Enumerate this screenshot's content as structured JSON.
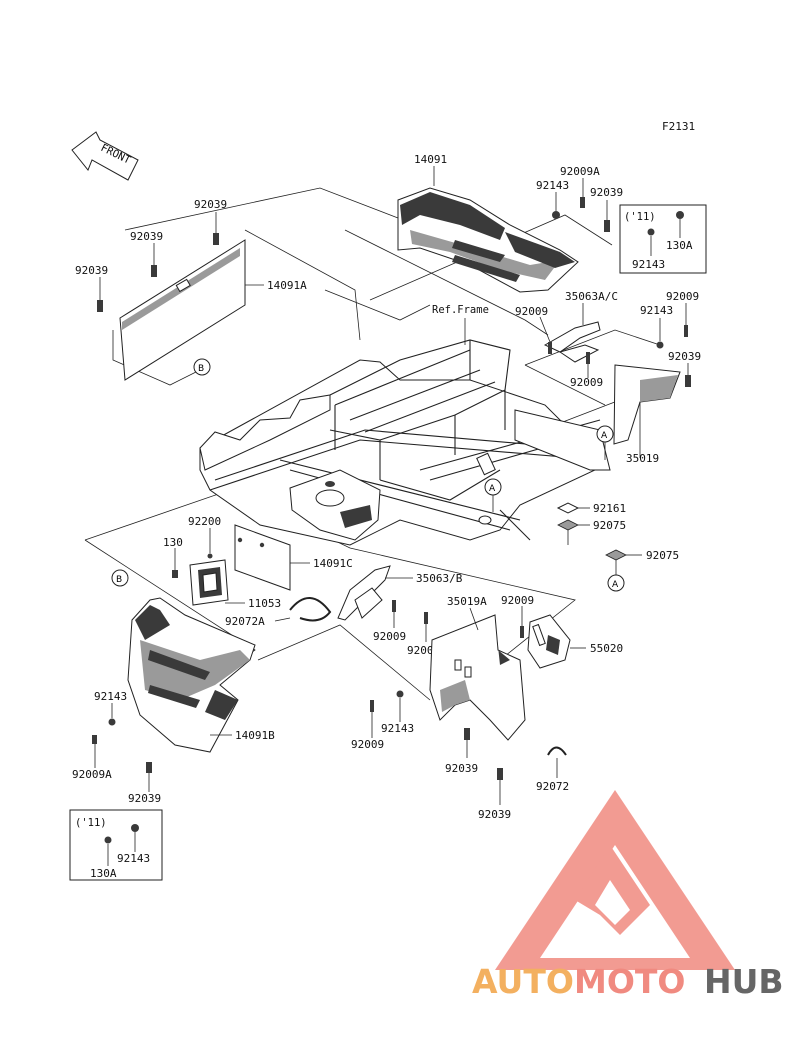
{
  "figure_code": "F2131",
  "front_arrow_label": "FRONT",
  "ref_frame_label": "Ref.Frame",
  "callout_letters": {
    "a": "A",
    "b": "B"
  },
  "part_labels": {
    "p14091": "14091",
    "p92009A_top": "92009A",
    "p92143_top": "92143",
    "p92039_top_right": "92039",
    "p92039_left_1": "92039",
    "p92039_left_2": "92039",
    "p92039_left_3": "92039",
    "p14091A": "14091A",
    "p35063AC": "35063A/C",
    "p92009_mid": "92009",
    "p92009_mid_2": "92009",
    "p92009_right": "92009",
    "p92143_right": "92143",
    "p92039_right": "92039",
    "p35019": "35019",
    "p92161": "92161",
    "p92075_1": "92075",
    "p92075_2": "92075",
    "p92200": "92200",
    "p130": "130",
    "p14091C": "14091C",
    "p35063B": "35063/B",
    "p11053": "11053",
    "p92072A": "92072A",
    "p35019A": "35019A",
    "p92009_c1": "92009",
    "p92009_c2": "92009",
    "p92009_c3": "92009",
    "p55020": "55020",
    "p92143_left": "92143",
    "p92009A_left": "92009A",
    "p14091B": "14091B",
    "p92039_bottom_left": "92039",
    "p92143_center": "92143",
    "p92009_center_low": "92009",
    "p92039_center_1": "92039",
    "p92039_center_2": "92039",
    "p92072": "92072"
  },
  "inset_top_right": {
    "year": "('11)",
    "part_a": "130A",
    "part_b": "92143"
  },
  "inset_bottom_left": {
    "year": "('11)",
    "part_a": "92143",
    "part_b": "130A"
  },
  "watermark": {
    "part1": "AUTO",
    "part2": "MOTO",
    "part3": "HUB"
  },
  "colors": {
    "line": "#222222",
    "watermark_salmon": "#f08a80",
    "watermark_orange": "#f3b060",
    "watermark_gray": "#666666"
  }
}
